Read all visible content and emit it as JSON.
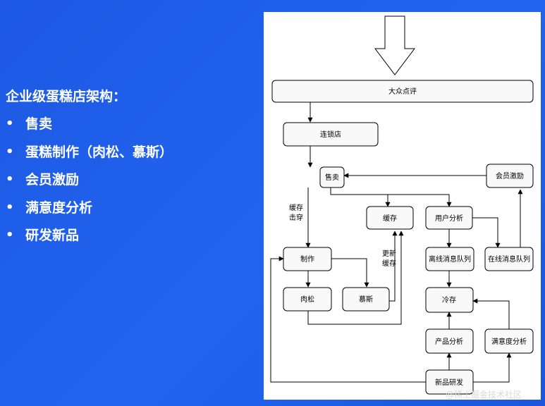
{
  "left": {
    "title": "企业级蛋糕店架构：",
    "bullet_symbol": "•",
    "items": [
      "售卖",
      "蛋糕制作（肉松、慕斯）",
      "会员激励",
      "满意度分析",
      "研发新品"
    ]
  },
  "diagram": {
    "nodes": {
      "dianping": "大众点评",
      "chain": "连锁店",
      "sale": "售卖",
      "member": "会员激励",
      "cache": "缓存",
      "user_analysis": "用户分析",
      "make": "制作",
      "offline_queue": "离线消息队列",
      "online_queue": "在线消息队列",
      "rousong": "肉松",
      "mousse": "慕斯",
      "cold": "冷存",
      "product_analysis": "产品分析",
      "satisfaction": "满意度分析",
      "rnd": "新品研发"
    },
    "edge_labels": {
      "cache_breakdown": [
        "缓存",
        "击穿"
      ],
      "cache_update": [
        "更新",
        "缓存"
      ]
    }
  },
  "watermark": "@稀土掘金技术社区"
}
